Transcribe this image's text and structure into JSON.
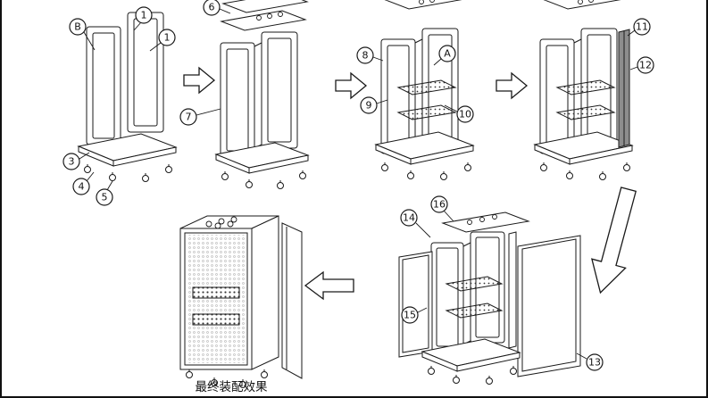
{
  "diagram": {
    "caption": "最终装配效果",
    "accent_color": "#1a1a1a",
    "background_color": "#ffffff",
    "callouts": {
      "B": "B",
      "A": "A",
      "c1a": "1",
      "c1b": "1",
      "c3": "3",
      "c4": "4",
      "c5": "5",
      "c6": "6",
      "c7": "7",
      "c8": "8",
      "c9": "9",
      "c10": "10",
      "c11": "11",
      "c12": "12",
      "c13": "13",
      "c14": "14",
      "c15": "15",
      "c16": "16"
    }
  }
}
